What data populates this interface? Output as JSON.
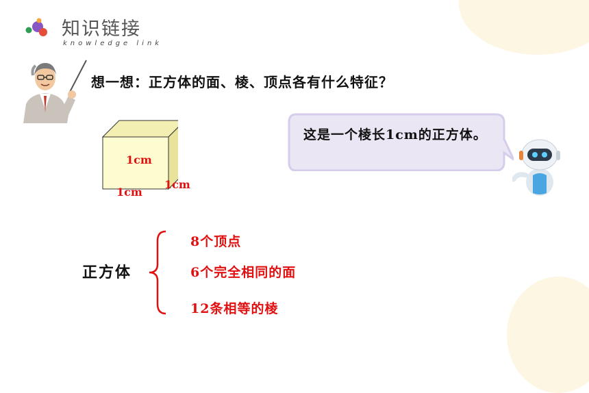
{
  "header": {
    "title": "知识链接",
    "subtitle": "knowledge link"
  },
  "question": "想一想：正方体的面、棱、顶点各有什么特征？",
  "cube_labels": {
    "front": "1cm",
    "bottom": "1cm",
    "side": "1cm"
  },
  "bubble": {
    "text": "这是一个棱长1cm的正方体。"
  },
  "summary": {
    "name": "正方体",
    "features": [
      "8个顶点",
      "6个完全相同的面",
      "12条相等的棱"
    ]
  },
  "colors": {
    "accent_red": "#e01010",
    "cube_face": "#fdfbd0",
    "bubble_fill": "#ebe6f4",
    "bubble_border": "#d6ccec"
  }
}
